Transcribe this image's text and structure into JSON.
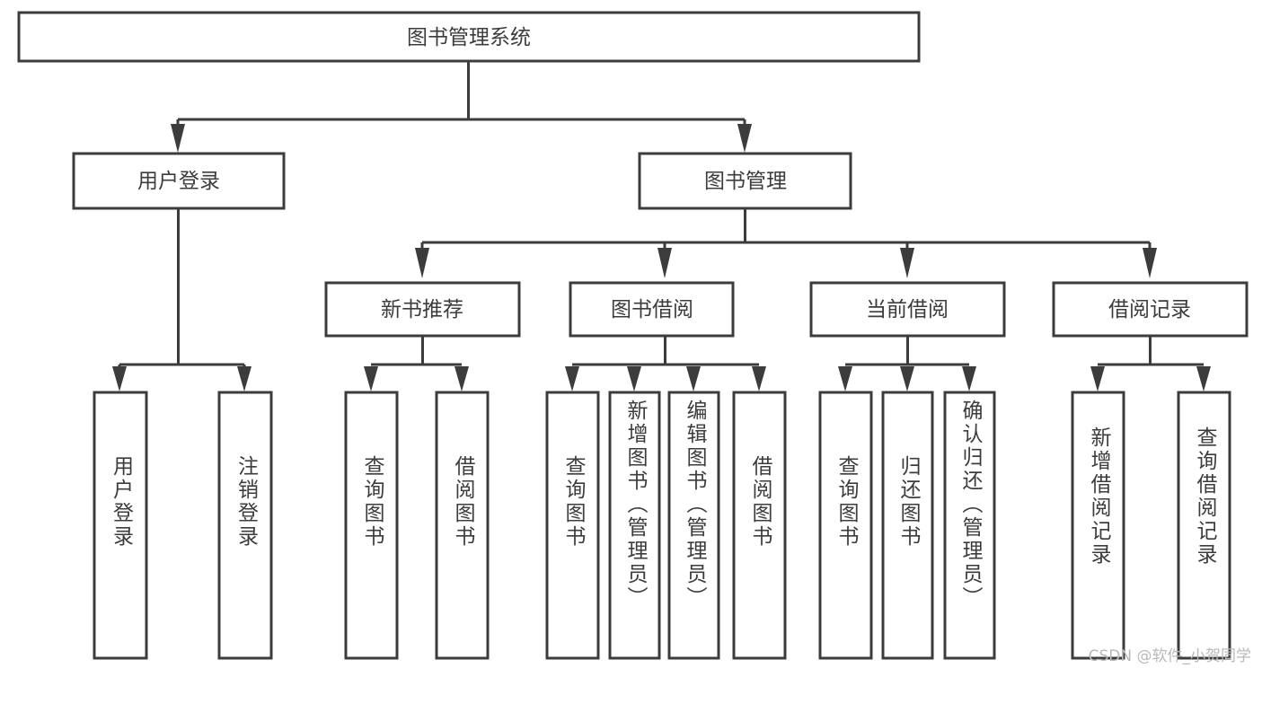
{
  "diagram": {
    "title": "图书管理系统",
    "type": "hierarchy-tree",
    "watermark": "CSDN @软件_小贺同学",
    "colors": {
      "box_stroke": "#3c3c3c",
      "box_fill": "#ffffff",
      "text": "#3c3c3c",
      "connector": "#3c3c3c",
      "background": "#ffffff",
      "watermark": "#b9b9b9"
    },
    "levels": {
      "root": {
        "label": "图书管理系统"
      },
      "level2": [
        {
          "id": "user-login",
          "label": "用户登录"
        },
        {
          "id": "book-management",
          "label": "图书管理"
        }
      ],
      "level3": [
        {
          "id": "new-book-recommend",
          "label": "新书推荐",
          "parent": "book-management"
        },
        {
          "id": "book-borrow",
          "label": "图书借阅",
          "parent": "book-management"
        },
        {
          "id": "current-borrow",
          "label": "当前借阅",
          "parent": "book-management"
        },
        {
          "id": "borrow-record",
          "label": "借阅记录",
          "parent": "book-management"
        }
      ],
      "leaves": [
        {
          "id": "leaf-user-login",
          "label": "用户登录",
          "parent": "user-login"
        },
        {
          "id": "leaf-logout-login",
          "label": "注销登录",
          "parent": "user-login"
        },
        {
          "id": "leaf-query-book-1",
          "label": "查询图书",
          "parent": "new-book-recommend"
        },
        {
          "id": "leaf-borrow-book-1",
          "label": "借阅图书",
          "parent": "new-book-recommend"
        },
        {
          "id": "leaf-query-book-2",
          "label": "查询图书",
          "parent": "book-borrow"
        },
        {
          "id": "leaf-add-book",
          "label": "新增图书（管理员）",
          "parent": "book-borrow"
        },
        {
          "id": "leaf-edit-book",
          "label": "编辑图书（管理员）",
          "parent": "book-borrow"
        },
        {
          "id": "leaf-borrow-book-2",
          "label": "借阅图书",
          "parent": "book-borrow"
        },
        {
          "id": "leaf-query-book-3",
          "label": "查询图书",
          "parent": "current-borrow"
        },
        {
          "id": "leaf-return-book",
          "label": "归还图书",
          "parent": "current-borrow"
        },
        {
          "id": "leaf-confirm-return",
          "label": "确认归还（管理员）",
          "parent": "current-borrow"
        },
        {
          "id": "leaf-add-record",
          "label": "新增借阅记录",
          "parent": "borrow-record"
        },
        {
          "id": "leaf-query-record",
          "label": "查询借阅记录",
          "parent": "borrow-record"
        }
      ]
    }
  }
}
